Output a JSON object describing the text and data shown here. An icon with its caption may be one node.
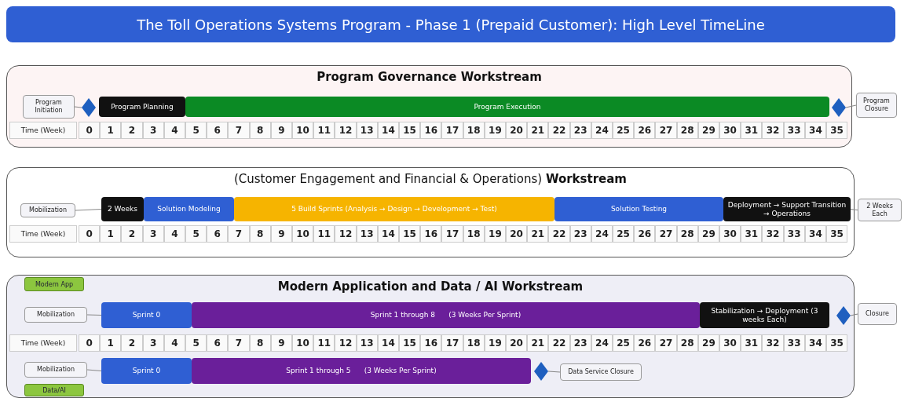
{
  "diagram": {
    "title": "The Toll Operations Systems Program - Phase 1 (Prepaid Customer):  High Level TimeLine",
    "nodes": [
      {
        "text": [
          "Program Governance Workstream"
        ]
      },
      {
        "text": [
          "Program Initiation"
        ],
        "in": 0
      },
      {
        "text": [],
        "shape": "diamond",
        "in": 0
      },
      {
        "text": [
          "Program Planning"
        ],
        "in": 0
      },
      {
        "text": [
          "Program Execution"
        ],
        "in": 0
      },
      {
        "text": [],
        "shape": "diamond",
        "in": 0
      },
      {
        "text": [
          "Program Closure"
        ]
      },
      {
        "text": [
          "(Customer Engagement and Financial & Operations) **Workstream**"
        ]
      },
      {
        "text": [
          "Mobilization"
        ],
        "in": 7
      },
      {
        "text": [
          "2 Weeks"
        ],
        "in": 7
      },
      {
        "text": [
          "Solution Modeling"
        ],
        "in": 7
      },
      {
        "text": [
          "5 Build Sprints (Analysis → Design → Development → Test)"
        ],
        "in": 7
      },
      {
        "text": [
          "Solution Testing"
        ],
        "in": 7
      },
      {
        "text": [
          "Deployment → Support Transition → Operations"
        ],
        "in": 7
      },
      {
        "text": [
          "2 Weeks Each"
        ]
      },
      {
        "text": [
          "Modern Application and Data / AI Workstream"
        ]
      },
      {
        "text": [
          "Modern App"
        ],
        "in": 15
      },
      {
        "text": [
          "Mobilization"
        ],
        "in": 15
      },
      {
        "text": [
          "Sprint 0"
        ],
        "in": 15
      },
      {
        "text": [
          "Sprint 1 through 8      (3 Weeks Per Sprint)"
        ],
        "in": 15
      },
      {
        "text": [
          "Stabilization → Deployment (3 weeks Each)"
        ],
        "in": 15
      },
      {
        "text": [],
        "shape": "diamond",
        "in": 15
      },
      {
        "text": [
          "Closure"
        ]
      },
      {
        "text": [
          "Mobilization"
        ],
        "in": 15
      },
      {
        "text": [
          "Sprint 0"
        ],
        "in": 15
      },
      {
        "text": [
          "Sprint 1 through 5      (3 Weeks Per Sprint)"
        ],
        "in": 15
      },
      {
        "text": [],
        "shape": "diamond",
        "in": 15
      },
      {
        "text": [
          "Data Service Closure"
        ],
        "in": 15
      },
      {
        "text": [
          "Data/AI"
        ],
        "in": 15
      }
    ],
    "edges": [
      {
        "from": 1,
        "to": 2,
        "arrow": "none"
      },
      {
        "from": 5,
        "to": 6,
        "arrow": "none"
      },
      {
        "from": 8,
        "to": 9,
        "arrow": "none"
      },
      {
        "from": 14,
        "to": 13,
        "arrow": "none"
      },
      {
        "from": 17,
        "to": 18,
        "arrow": "none"
      },
      {
        "from": 21,
        "to": 22,
        "arrow": "none"
      },
      {
        "from": 23,
        "to": 24,
        "arrow": "none"
      },
      {
        "from": 26,
        "to": 27,
        "arrow": "none"
      }
    ],
    "labels": [
      "Time (Week)",
      "0",
      "1",
      "2",
      "3",
      "4",
      "5",
      "6",
      "7",
      "8",
      "9",
      "10",
      "11",
      "12",
      "13",
      "14",
      "15",
      "16",
      "17",
      "18",
      "19",
      "20",
      "21",
      "22",
      "23",
      "24",
      "25",
      "26",
      "27",
      "28",
      "29",
      "30",
      "31",
      "32",
      "33",
      "34",
      "35",
      "Time (Week)",
      "0",
      "1",
      "2",
      "3",
      "4",
      "5",
      "6",
      "7",
      "8",
      "9",
      "10",
      "11",
      "12",
      "13",
      "14",
      "15",
      "16",
      "17",
      "18",
      "19",
      "20",
      "21",
      "22",
      "23",
      "24",
      "25",
      "26",
      "27",
      "28",
      "29",
      "30",
      "31",
      "32",
      "33",
      "34",
      "35",
      "Time (Week)",
      "0",
      "1",
      "2",
      "3",
      "4",
      "5",
      "6",
      "7",
      "8",
      "9",
      "10",
      "11",
      "12",
      "13",
      "14",
      "15",
      "16",
      "17",
      "18",
      "19",
      "20",
      "21",
      "22",
      "23",
      "24",
      "25",
      "26",
      "27",
      "28",
      "29",
      "30",
      "31",
      "32",
      "33",
      "34",
      "35"
    ]
  }
}
